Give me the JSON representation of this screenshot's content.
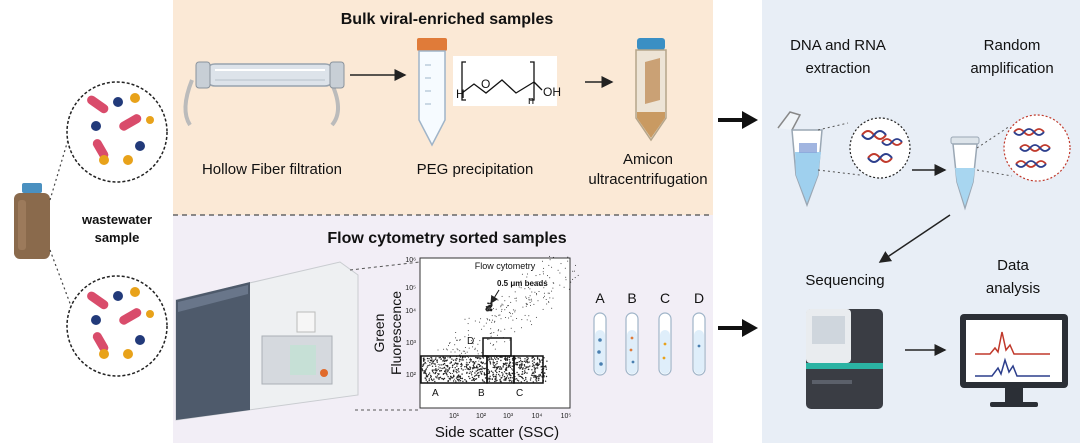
{
  "sections": {
    "bulk_title": "Bulk viral-enriched samples",
    "flow_title": "Flow cytometry sorted samples"
  },
  "source": {
    "label_line1": "wastewater",
    "label_line2": "sample"
  },
  "bulk_steps": {
    "hollow_fiber": "Hollow Fiber filtration",
    "peg": "PEG precipitation",
    "amicon_line1": "Amicon",
    "amicon_line2": "ultracentrifugation"
  },
  "peg_structure": {
    "h": "H",
    "o": "O",
    "n": "n",
    "oh": "OH"
  },
  "flow_plot": {
    "title": "Flow cytometry",
    "beads_label": "0.5 μm beads",
    "ylabel_line1": "Green",
    "ylabel_line2": "Fluorescence",
    "xlabel": "Side scatter (SSC)",
    "gates": [
      "A",
      "B",
      "C",
      "D"
    ]
  },
  "chart_data": {
    "type": "scatter",
    "title": "Flow cytometry",
    "xlabel": "Side scatter (SSC)",
    "ylabel": "Green Fluorescence",
    "x_scale": "log",
    "y_scale": "log",
    "x_ticks": [
      "10¹",
      "10²",
      "10³",
      "10⁴",
      "10⁵"
    ],
    "y_ticks": [
      "10²",
      "10³",
      "10⁴",
      "10⁵",
      "10⁶"
    ],
    "annotations": [
      "0.5 μm beads"
    ],
    "gates": [
      "A",
      "B",
      "C",
      "D"
    ]
  },
  "tubes": {
    "labels": [
      "A",
      "B",
      "C",
      "D"
    ]
  },
  "pipeline": {
    "extraction_line1": "DNA and RNA",
    "extraction_line2": "extraction",
    "amplification_line1": "Random",
    "amplification_line2": "amplification",
    "sequencing": "Sequencing",
    "analysis_line1": "Data",
    "analysis_line2": "analysis"
  },
  "colors": {
    "bulk_bg": "#fbe9d6",
    "flow_bg": "#f2eef6",
    "pipeline_bg": "#e8eef6",
    "peak_red": "#c0392b",
    "peak_blue": "#2c3e8c"
  }
}
